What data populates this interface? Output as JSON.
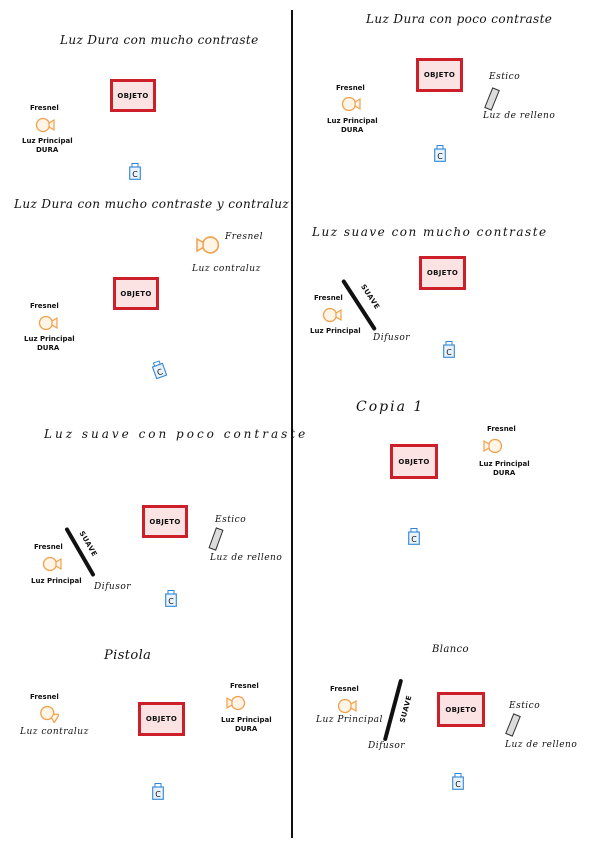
{
  "diagrams": [
    {
      "title": "Luz Dura con mucho contraste",
      "object": "OBJETO",
      "camera": "C",
      "lights": [
        {
          "name": "Fresnel",
          "role": "Luz Principal",
          "note": "DURA"
        }
      ]
    },
    {
      "title": "Luz Dura con mucho contraste y contraluz",
      "object": "OBJETO",
      "camera": "C",
      "lights": [
        {
          "name": "Fresnel",
          "role": "Luz Principal",
          "note": "DURA"
        },
        {
          "name": "Fresnel",
          "role": "Luz contraluz"
        }
      ]
    },
    {
      "title": "Luz suave con poco contraste",
      "object": "OBJETO",
      "camera": "C",
      "diffuser": "Difusor",
      "diffuser_tag": "SUAVE",
      "lights": [
        {
          "name": "Fresnel",
          "role": "Luz Principal"
        },
        {
          "name": "Estico",
          "role": "Luz de relleno"
        }
      ]
    },
    {
      "title": "Pistola",
      "object": "OBJETO",
      "camera": "C",
      "lights": [
        {
          "name": "Fresnel",
          "role": "Luz contraluz"
        },
        {
          "name": "Fresnel",
          "role": "Luz Principal",
          "note": "DURA"
        }
      ]
    },
    {
      "title": "Luz Dura con poco contraste",
      "object": "OBJETO",
      "camera": "C",
      "lights": [
        {
          "name": "Fresnel",
          "role": "Luz Principal",
          "note": "DURA"
        },
        {
          "name": "Estico",
          "role": "Luz de relleno"
        }
      ]
    },
    {
      "title": "Luz suave con mucho contraste",
      "object": "OBJETO",
      "camera": "C",
      "diffuser": "Difusor",
      "diffuser_tag": "SUAVE",
      "lights": [
        {
          "name": "Fresnel",
          "role": "Luz Principal"
        }
      ]
    },
    {
      "title": "Copia 1",
      "object": "OBJETO",
      "camera": "C",
      "lights": [
        {
          "name": "Fresnel",
          "role": "Luz Principal",
          "note": "DURA"
        }
      ]
    },
    {
      "title": "Blanco",
      "object": "OBJETO",
      "camera": "C",
      "diffuser": "Difusor",
      "diffuser_tag": "SUAVE",
      "lights": [
        {
          "name": "Fresnel",
          "role": "Luz Principal"
        },
        {
          "name": "Estico",
          "role": "Luz de relleno"
        }
      ]
    }
  ],
  "colors": {
    "object_border": "#cc1f2a",
    "object_fill": "#fbe3e3",
    "light": "#f0a04b",
    "camera": "#2f86d6",
    "diffuser": "#111111"
  }
}
